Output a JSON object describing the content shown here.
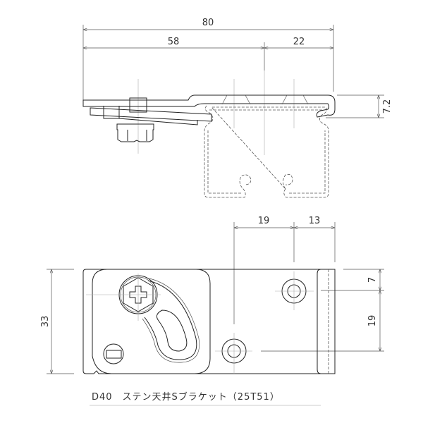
{
  "top_view": {
    "dimensions": {
      "overall_width": "80",
      "left_span": "58",
      "right_span": "22",
      "height": "7.2"
    }
  },
  "bottom_view": {
    "dimensions": {
      "hole_spacing_x": "19",
      "edge_offset_x": "13",
      "height": "33",
      "top_offset": "7",
      "hole_spacing_y": "19"
    }
  },
  "title": "D40　ステン天井Sブラケット（25T51）"
}
